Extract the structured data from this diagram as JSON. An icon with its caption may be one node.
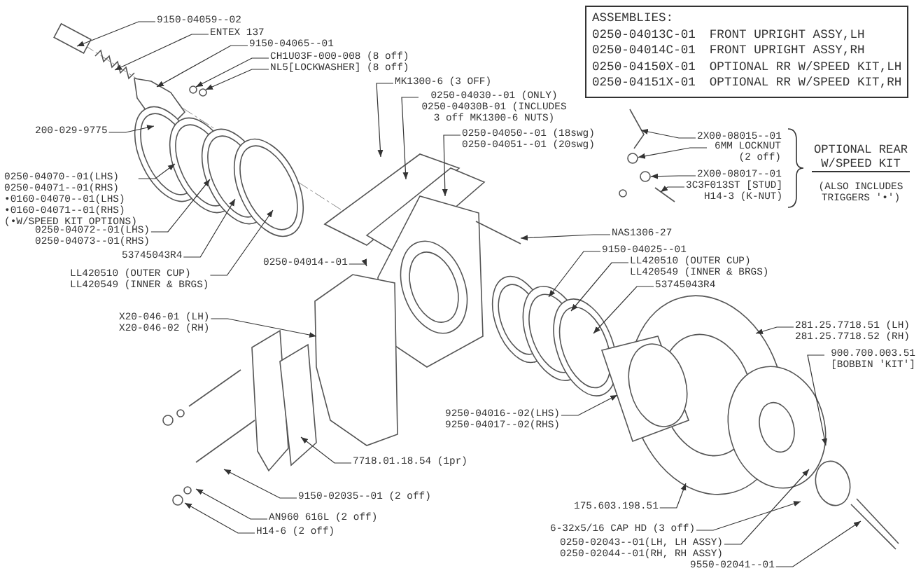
{
  "diagram": {
    "nodes": [
      {
        "text": [
          "9150-04059--02"
        ]
      },
      {
        "text": [
          "ENTEX 137"
        ]
      },
      {
        "text": [
          "9150-04065--01"
        ]
      },
      {
        "text": [
          "CH1U03F-000-008 (8 off)"
        ]
      },
      {
        "text": [
          "NL5[LOCKWASHER] (8 off)"
        ]
      },
      {
        "text": [
          "MK1300-6 (3 OFF)"
        ]
      },
      {
        "text": [
          "0250-04030--01 (ONLY)",
          "0250-04030B-01 (INCLUDES 3 off MK1300-6 NUTS)"
        ]
      },
      {
        "text": [
          "0250-04050--01 (18swg)",
          "0250-04051--01 (20swg)"
        ]
      },
      {
        "text": [
          "0250-04014--01"
        ]
      },
      {
        "text": [
          "NAS1306-27"
        ]
      },
      {
        "text": [
          "9150-04025--01"
        ]
      },
      {
        "text": [
          "LL420510 (OUTER CUP)",
          "LL420549 (INNER & BRGS)"
        ]
      },
      {
        "text": [
          "53745043R4"
        ]
      },
      {
        "text": [
          "2X00-08015--01"
        ]
      },
      {
        "text": [
          "6MM LOCKNUT (2 off)"
        ]
      },
      {
        "text": [
          "2X00-08017--01"
        ]
      },
      {
        "text": [
          "3C3F013ST [STUD]",
          "H14-3 (K-NUT)"
        ]
      },
      {
        "text": [
          "ASSEMBLIES:",
          "0250-04013C-01",
          "FRONT UPRIGHT ASSY,LH",
          "0250-04014C-01",
          "FRONT UPRIGHT ASSY,RH",
          "0250-04150X-01",
          "OPTIONAL RR W/SPEED KIT,LH",
          "0250-04151X-01",
          "OPTIONAL RR W/SPEED KIT,RH"
        ]
      },
      {
        "text": [
          "200-029-9775"
        ]
      },
      {
        "text": [
          "0250-04070--01(LHS)",
          "0250-04071--01(RHS)",
          "•0160-04070--01(LHS)",
          "•0160-04071--01(RHS)",
          "(•W/SPEED KIT OPTIONS)"
        ]
      },
      {
        "text": [
          "0250-04072--01(LHS)",
          "0250-04073--01(RHS)"
        ]
      },
      {
        "text": [
          "53745043R4"
        ]
      },
      {
        "text": [
          "LL420510 (OUTER CUP)",
          "LL420549 (INNER & BRGS)"
        ]
      },
      {
        "text": [
          "X20-046-01 (LH)",
          "X20-046-02 (RH)"
        ]
      },
      {
        "text": [
          "7718.01.18.54 (1pr)"
        ]
      },
      {
        "text": [
          "9150-02035--01 (2 off)"
        ]
      },
      {
        "text": [
          "AN960 616L (2 off)"
        ]
      },
      {
        "text": [
          "H14-6 (2 off)"
        ]
      },
      {
        "text": [
          "281.25.7718.51 (LH)",
          "281.25.7718.52 (RH)"
        ]
      },
      {
        "text": [
          "900.700.003.51 [BOBBIN 'KIT']"
        ]
      },
      {
        "text": [
          "9250-04016--02(LHS)",
          "9250-04017--02(RHS)"
        ]
      },
      {
        "text": [
          "175.603.198.51"
        ]
      },
      {
        "text": [
          "6-32x5/16 CAP HD (3 off)"
        ]
      },
      {
        "text": [
          "0250-02043--01(LH, LH ASSY)",
          "0250-02044--01(RH, RH ASSY)"
        ]
      },
      {
        "text": [
          "9550-02041--01"
        ]
      },
      {
        "text": [],
        "shape": "circle"
      },
      {
        "text": [],
        "shape": "circle"
      },
      {
        "text": [],
        "shape": "picture"
      },
      {
        "text": [],
        "shape": "picture"
      },
      {
        "text": [],
        "shape": "picture"
      }
    ],
    "edges": [
      {
        "from": 0,
        "to": null,
        "arrow": "to"
      },
      {
        "from": 1,
        "to": null,
        "arrow": "to"
      },
      {
        "from": 2,
        "to": null,
        "arrow": "to"
      },
      {
        "from": 3,
        "to": null,
        "arrow": "to"
      },
      {
        "from": 4,
        "to": null,
        "arrow": "to"
      },
      {
        "from": 5,
        "to": null,
        "arrow": "to"
      },
      {
        "from": 6,
        "to": null,
        "arrow": "to"
      },
      {
        "from": 7,
        "to": null,
        "arrow": "to"
      },
      {
        "from": 8,
        "to": null,
        "arrow": "to"
      },
      {
        "from": 9,
        "to": null,
        "arrow": "to"
      },
      {
        "from": 10,
        "to": null,
        "arrow": "to"
      },
      {
        "from": 11,
        "to": null,
        "arrow": "to"
      },
      {
        "from": 12,
        "to": null,
        "arrow": "to"
      },
      {
        "from": 13,
        "to": 38,
        "arrow": "to"
      },
      {
        "from": 14,
        "to": 35,
        "arrow": "to"
      },
      {
        "from": 15,
        "to": 36,
        "arrow": "to"
      },
      {
        "from": 16,
        "to": 39,
        "arrow": "to"
      },
      {
        "from": 18,
        "to": null,
        "arrow": "to"
      },
      {
        "from": 19,
        "to": null,
        "arrow": "to"
      },
      {
        "from": 20,
        "to": null,
        "arrow": "to"
      },
      {
        "from": 21,
        "to": null,
        "arrow": "to"
      },
      {
        "from": 22,
        "to": null,
        "arrow": "to"
      },
      {
        "from": 23,
        "to": 37,
        "arrow": "to"
      },
      {
        "from": 24,
        "to": null,
        "arrow": "to"
      },
      {
        "from": 25,
        "to": null,
        "arrow": "to"
      },
      {
        "from": 26,
        "to": null,
        "arrow": "to"
      },
      {
        "from": 27,
        "to": null,
        "arrow": "to"
      },
      {
        "from": 28,
        "to": null,
        "arrow": "to"
      },
      {
        "from": 29,
        "to": null,
        "arrow": "to"
      },
      {
        "from": 30,
        "to": null,
        "arrow": "to"
      },
      {
        "from": 31,
        "to": null,
        "arrow": "to"
      },
      {
        "from": 32,
        "to": null,
        "arrow": "to"
      },
      {
        "from": 33,
        "to": null,
        "arrow": "to"
      },
      {
        "from": 34,
        "to": null,
        "arrow": "to"
      }
    ],
    "labels": [
      "OPTIONAL REAR W/SPEED KIT",
      "(ALSO INCLUDES TRIGGERS '•')"
    ]
  }
}
